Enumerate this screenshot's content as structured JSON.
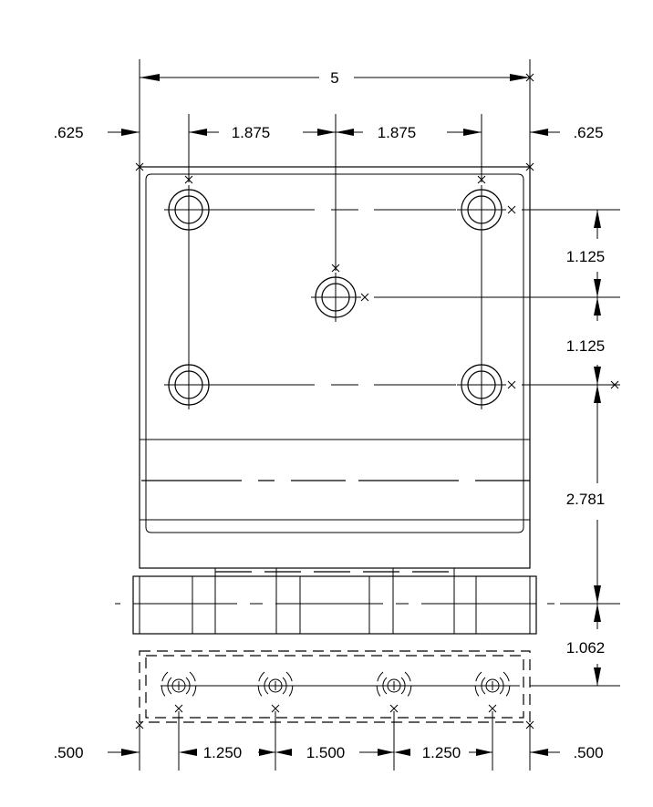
{
  "dimensions": {
    "overall_width": "5",
    "left_edge_offset": ".625",
    "right_edge_offset": ".625",
    "top_span_left": "1.875",
    "top_span_right": "1.875",
    "vertical_1": "1.125",
    "vertical_2": "1.125",
    "vertical_3": "2.781",
    "vertical_4": "1.062",
    "bottom_left_offset": ".500",
    "bottom_span_1": "1.250",
    "bottom_span_2": "1.500",
    "bottom_span_3": "1.250",
    "bottom_right_offset": ".500"
  }
}
